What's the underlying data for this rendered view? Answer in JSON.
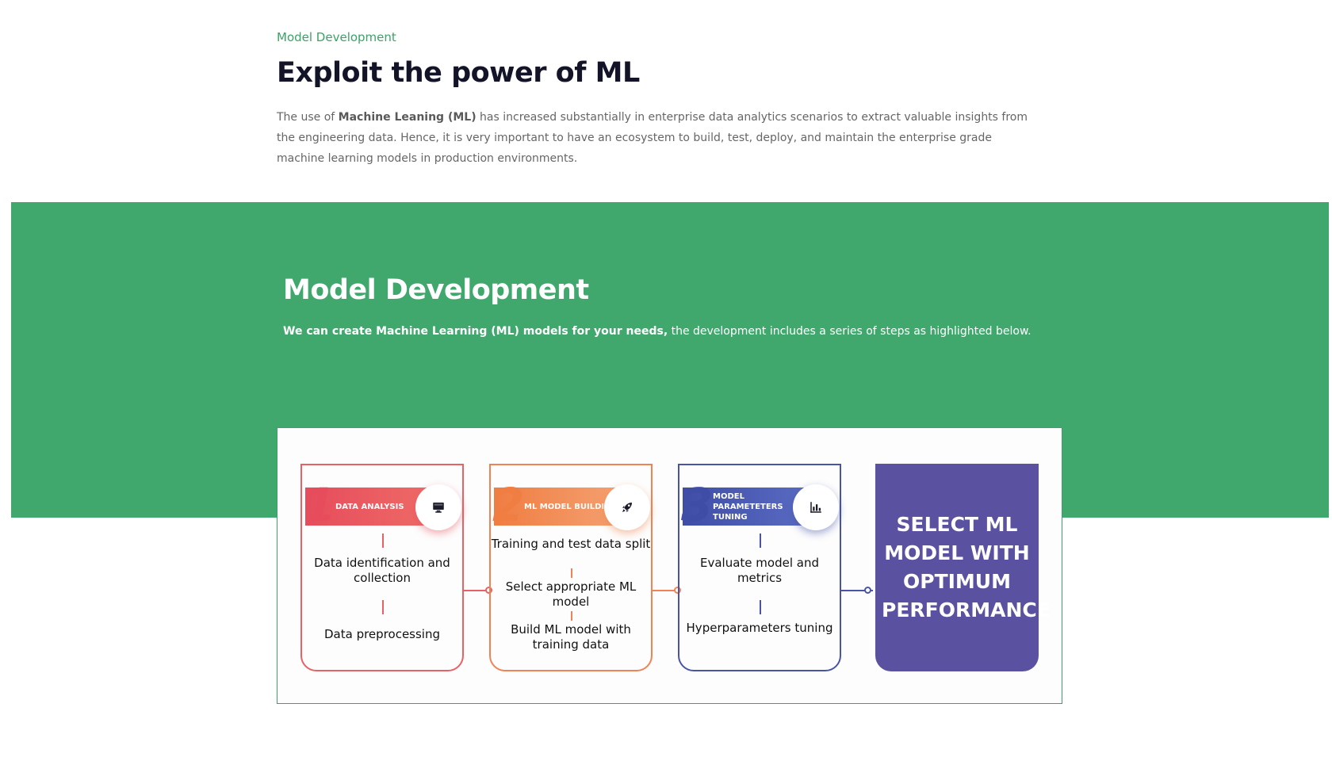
{
  "intro": {
    "eyebrow": "Model Development",
    "title": "Exploit the power of ML",
    "lead_prefix": "The use of ",
    "lead_bold": "Machine Leaning (ML)",
    "lead_rest": " has increased substantially in enterprise data analytics scenarios to extract valuable insights from the engineering data. Hence, it is very important to have an ecosystem to build, test, deploy, and maintain the enterprise grade machine learning models in production environments."
  },
  "band": {
    "title": "Model Development",
    "text_bold": "We can create Machine Learning (ML) models for your needs,",
    "text_rest": " the development includes a series of steps as highlighted below."
  },
  "diagram": {
    "steps": [
      {
        "number": "1",
        "label": "DATA ANALYSIS",
        "icon": "monitor-icon",
        "items": [
          "Data identification and collection",
          "Data preprocessing"
        ]
      },
      {
        "number": "2",
        "label": "ML MODEL BUILDING",
        "icon": "rocket-icon",
        "items": [
          "Training and test data split",
          "Select appropriate ML model",
          "Build ML model with training data"
        ]
      },
      {
        "number": "3",
        "label": "MODEL PARAMETETERS TUNING",
        "icon": "bar-chart-icon",
        "items": [
          "Evaluate model and metrics",
          "Hyperparameters tuning"
        ]
      }
    ],
    "final": "SELECT ML MODEL WITH OPTIMUM PERFORMANCE",
    "colors": {
      "step1": "#e86265",
      "step2": "#ef8355",
      "step3": "#4754a8",
      "final": "#5a52a0",
      "band": "#40a86d"
    }
  }
}
